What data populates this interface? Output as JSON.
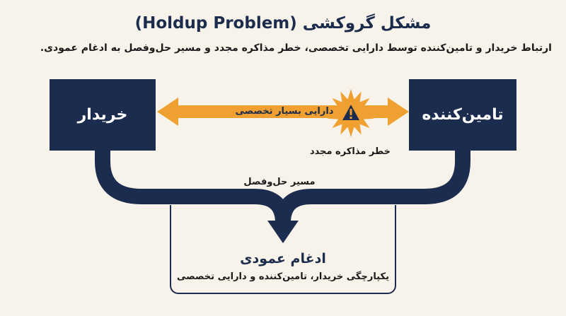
{
  "title": "مشکل گروکشی (Holdup Problem)",
  "subtitle": "ارتباط خریدار و تامین‌کننده توسط دارایی تخصصی، خطر مذاکره مجدد و مسیر حل‌وفصل به ادغام عمودی.",
  "nodes": {
    "buyer": "خریدار",
    "supplier": "تامین‌کننده"
  },
  "link": {
    "asset_label": "دارایی بسیار تخصصی",
    "risk_label": "خطر مذاکره مجدد",
    "warning_icon": "warning-icon"
  },
  "path_label": "مسیر حل‌وفصل",
  "result": {
    "title": "ادغام عمودی",
    "description": "یکپارچگی خریدار، تامین‌کننده و دارایی تخصصی"
  },
  "colors": {
    "navy": "#1c2c4f",
    "orange": "#f0a030",
    "background": "#f7f3ea"
  }
}
